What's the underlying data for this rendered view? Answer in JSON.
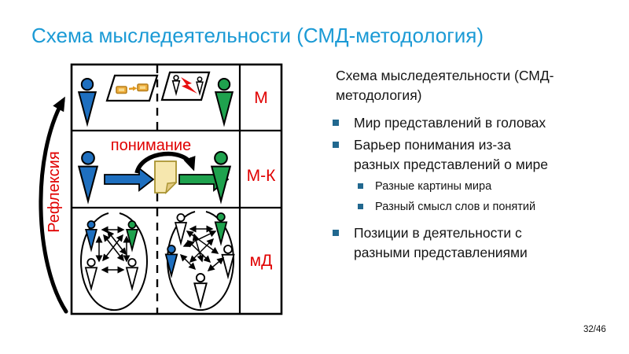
{
  "slide": {
    "title": "Схема мыследеятельности (СМД-методология)",
    "page_number": "32/46"
  },
  "content": {
    "heading": "Схема мыследеятельности (СМД-методология)",
    "bullets": [
      {
        "level": 1,
        "text": "Мир представлений в головах"
      },
      {
        "level": 1,
        "text": "Барьер понимания из-за разных представлений о мире"
      },
      {
        "level": 2,
        "text": "Разные картины мира"
      },
      {
        "level": 2,
        "text": "Разный смысл слов и понятий"
      },
      {
        "level": 1,
        "text": "Позиции в деятельности с разными представлениями"
      }
    ]
  },
  "diagram": {
    "row_labels": [
      "М",
      "М-К",
      "мД"
    ],
    "understanding_label": "понимание",
    "reflection_label": "Рефлексия",
    "colors": {
      "person_blue": "#1e6fbf",
      "person_green": "#1fa24e",
      "label_red": "#e00000",
      "title_blue": "#1b9ad5",
      "bullet_blue": "#21688f",
      "note_fill": "#f6e7ae",
      "gold": "#efaf3e",
      "lightning_red": "#e81010"
    }
  }
}
